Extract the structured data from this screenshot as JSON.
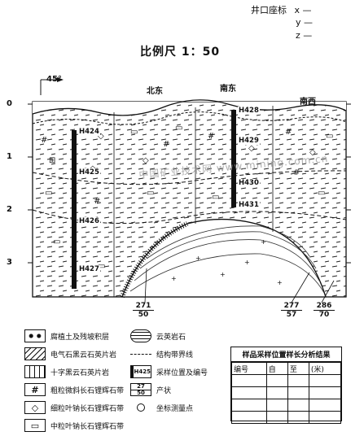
{
  "coords": {
    "label": "井口座标",
    "x": "x —",
    "y": "y —",
    "z": "z —"
  },
  "scale": "比例尺 1：50",
  "angle": "45°",
  "directions": {
    "ne": "北东",
    "se": "南东",
    "sw": "南西"
  },
  "depth_ticks": [
    "0",
    "1",
    "2",
    "3"
  ],
  "samples": [
    "H424",
    "H425",
    "H426",
    "H427",
    "H428",
    "H429",
    "H430",
    "H431"
  ],
  "attitudes": {
    "a1_top": "271",
    "a1_bottom": "50",
    "a2_top": "277",
    "a2_bottom": "57",
    "a3_top": "286",
    "a3_bottom": "70"
  },
  "legend_left": [
    "腐植土及残坡积层",
    "电气石黑云石英片岩",
    "十字黑云石英片岩",
    "粗粒微斜长石锂辉石带",
    "细粒叶钠长石锂辉石带",
    "中粒叶钠长石锂辉石带"
  ],
  "legend_right": [
    "云英岩石",
    "结构带界线",
    "采样位置及编号",
    "产状",
    "坐标测量点"
  ],
  "legend_samples": {
    "sample_tag": "H425",
    "att_top": "27",
    "att_bottom": "50"
  },
  "table": {
    "title": "样品采样位置样长分析结果",
    "headers": [
      "编号",
      "自",
      "至",
      "(米)"
    ]
  },
  "watermark": "中国矿业技术网 www.mining.com.cn"
}
